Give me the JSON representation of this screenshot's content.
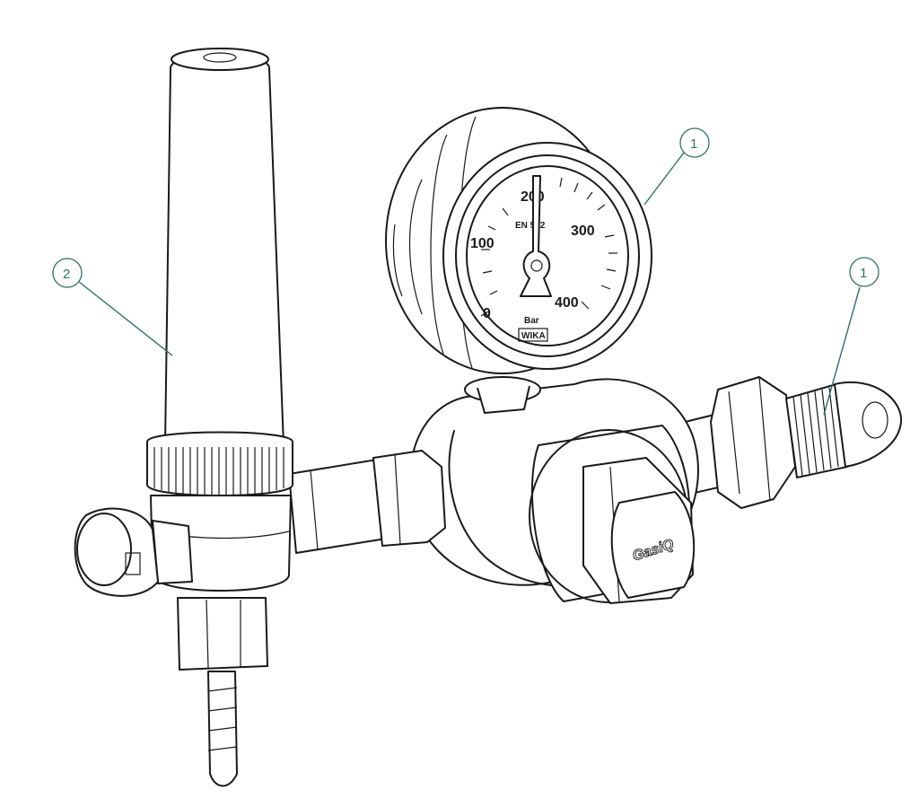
{
  "callouts": [
    {
      "label": "1"
    },
    {
      "label": "1"
    },
    {
      "label": "2"
    }
  ],
  "gauge": {
    "scale": [
      "0",
      "100",
      "200",
      "300",
      "400"
    ],
    "standard": "EN 562",
    "unit": "Bar",
    "maker": "WIKA"
  },
  "regulator_brand": "GasiQ",
  "colors": {
    "line": "#1a1a1a",
    "leader": "#2f6f6a",
    "background": "#ffffff"
  }
}
